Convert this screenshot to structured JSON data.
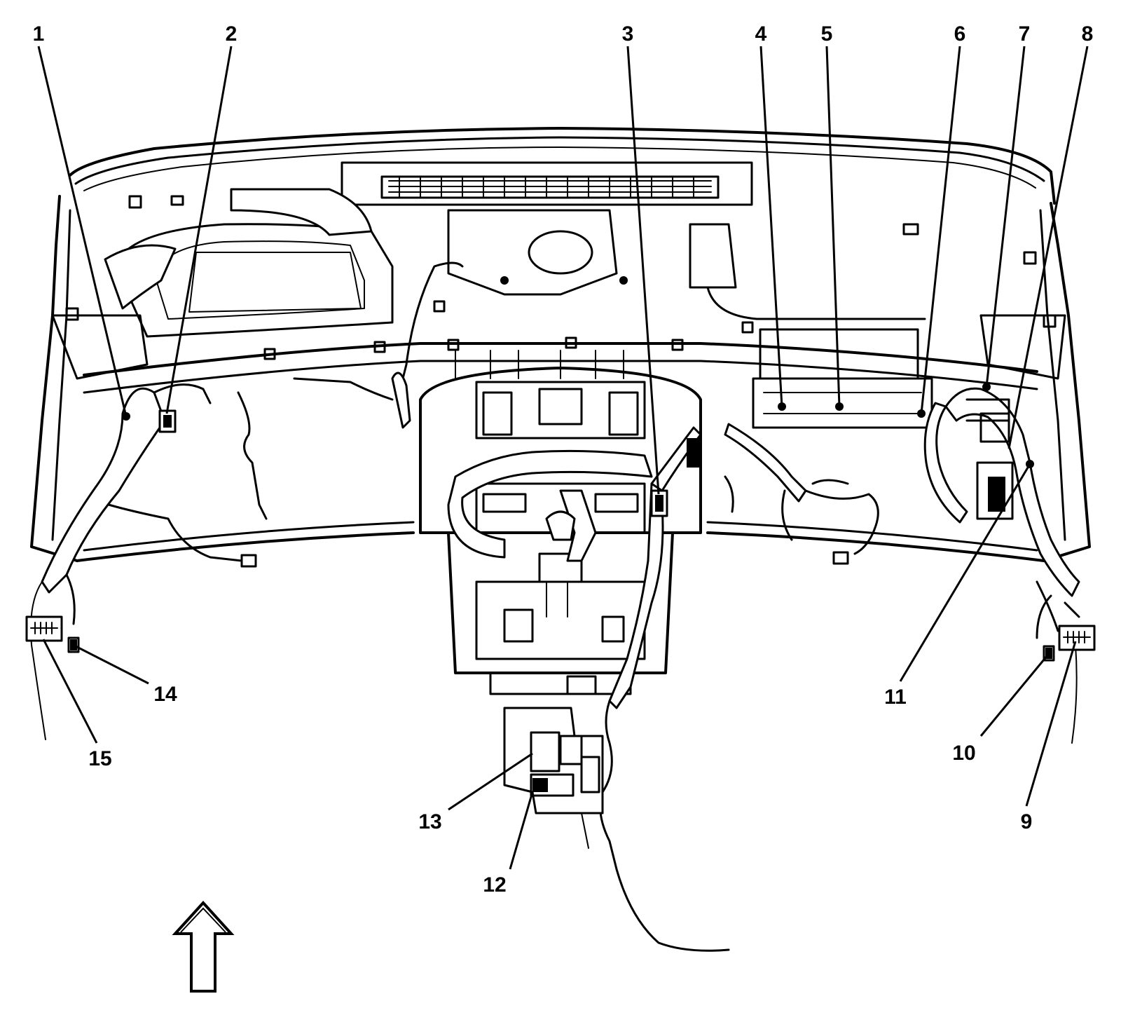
{
  "callouts": [
    {
      "label": "1"
    },
    {
      "label": "2"
    },
    {
      "label": "3"
    },
    {
      "label": "4"
    },
    {
      "label": "5"
    },
    {
      "label": "6"
    },
    {
      "label": "7"
    },
    {
      "label": "8"
    },
    {
      "label": "9"
    },
    {
      "label": "10"
    },
    {
      "label": "11"
    },
    {
      "label": "12"
    },
    {
      "label": "13"
    },
    {
      "label": "14"
    },
    {
      "label": "15"
    }
  ],
  "icons": {
    "orientation_arrow": "up-arrow-icon"
  }
}
